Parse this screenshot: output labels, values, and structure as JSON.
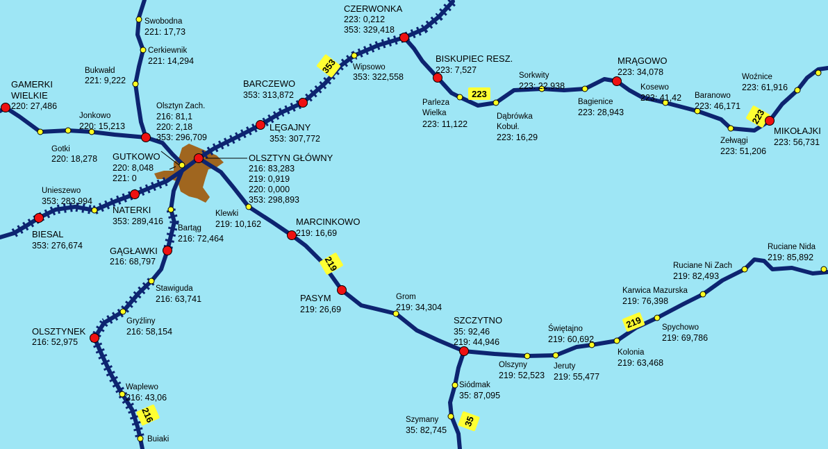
{
  "colors": {
    "background": "#9ee6f5",
    "track": "#0d2470",
    "major_station": "#ee1111",
    "minor_station": "#ffff22",
    "route_badge": "#ffff33",
    "city_area": "#a0661f"
  },
  "route_numbers": [
    "353",
    "223",
    "223",
    "219",
    "219",
    "216",
    "35"
  ],
  "stations": [
    {
      "name": "Swobodna",
      "km": "221: 17,73",
      "type": "minor"
    },
    {
      "name": "Cerkiewnik",
      "km": "221: 14,294",
      "type": "minor"
    },
    {
      "name": "Bukwałd",
      "km": "221: 9,222",
      "type": "minor"
    },
    {
      "name": "GAMERKI WIELKIE",
      "name_lines": [
        "GAMERKI",
        "WIELKIE"
      ],
      "km": "220: 27,486",
      "type": "major"
    },
    {
      "name": "Jonkowo",
      "km": "220: 15,213",
      "type": "minor"
    },
    {
      "name": "Gotki",
      "km": "220: 18,278",
      "type": "minor"
    },
    {
      "name": "Olsztyn Zach.",
      "km_lines": [
        "216: 81,1",
        "220: 2,18",
        "353: 296,709"
      ],
      "type": "major"
    },
    {
      "name": "GUTKOWO",
      "km_lines": [
        "220: 8,048",
        "221: 0"
      ],
      "type": "major"
    },
    {
      "name": "OLSZTYN GŁÓWNY",
      "km_lines": [
        "216: 83,283",
        "219: 0,919",
        "220: 0,000",
        "353: 298,893"
      ],
      "type": "major"
    },
    {
      "name": "CZERWONKA",
      "km_lines": [
        "223: 0,212",
        "353: 329,418"
      ],
      "type": "major"
    },
    {
      "name": "Wipsowo",
      "km": "353: 322,558",
      "type": "minor"
    },
    {
      "name": "BARCZEWO",
      "km": "353: 313,872",
      "type": "major"
    },
    {
      "name": "LĘGAJNY",
      "km": "353: 307,772",
      "type": "major"
    },
    {
      "name": "BISKUPIEC RESZ.",
      "km": "223: 7,527",
      "type": "major"
    },
    {
      "name": "Parleza Wielka",
      "name_lines": [
        "Parleza",
        "Wielka"
      ],
      "km": "223: 11,122",
      "type": "minor"
    },
    {
      "name": "Dąbrówka Kobuł.",
      "name_lines": [
        "Dąbrówka",
        "Kobuł."
      ],
      "km": "223: 16,29",
      "type": "minor"
    },
    {
      "name": "Sorkwity",
      "km": "223: 22,938",
      "type": "minor"
    },
    {
      "name": "Bagienice",
      "km": "223: 28,943",
      "type": "minor"
    },
    {
      "name": "MRĄGOWO",
      "km": "223: 34,078",
      "type": "major"
    },
    {
      "name": "Kosewo",
      "km": "223: 41,42",
      "type": "minor"
    },
    {
      "name": "Baranowo",
      "km": "223: 46,171",
      "type": "minor"
    },
    {
      "name": "Zełwągi",
      "km": "223: 51,206",
      "type": "minor"
    },
    {
      "name": "MIKOŁAJKI",
      "km": "223: 56,731",
      "type": "major"
    },
    {
      "name": "Woźnice",
      "km": "223: 61,916",
      "type": "minor"
    },
    {
      "name": "Unieszewo",
      "km": "353: 283,994",
      "type": "minor"
    },
    {
      "name": "NATERKI",
      "km": "353: 289,416",
      "type": "major"
    },
    {
      "name": "BIESAL",
      "km": "353: 276,674",
      "type": "major"
    },
    {
      "name": "Bartąg",
      "km": "216: 72,464",
      "type": "minor"
    },
    {
      "name": "GĄGŁAWKI",
      "km": "216: 68,797",
      "type": "major"
    },
    {
      "name": "Stawiguda",
      "km": "216: 63,741",
      "type": "minor"
    },
    {
      "name": "Gryźliny",
      "km": "216: 58,154",
      "type": "minor"
    },
    {
      "name": "OLSZTYNEK",
      "km": "216: 52,975",
      "type": "major"
    },
    {
      "name": "Waplewo",
      "km": "216: 43,06",
      "type": "minor"
    },
    {
      "name": "Buiaki",
      "km": "",
      "type": "minor"
    },
    {
      "name": "Klewki",
      "km": "219: 10,162",
      "type": "minor"
    },
    {
      "name": "MARCINKOWO",
      "km": "219: 16,69",
      "type": "major"
    },
    {
      "name": "PASYM",
      "km": "219: 26,69",
      "type": "major"
    },
    {
      "name": "Grom",
      "km": "219: 34,304",
      "type": "minor"
    },
    {
      "name": "SZCZYTNO",
      "km_lines": [
        "35: 92,46",
        "219: 44,946"
      ],
      "type": "major"
    },
    {
      "name": "Olszyny",
      "km": "219: 52,523",
      "type": "minor"
    },
    {
      "name": "Jeruty",
      "km": "219: 55,477",
      "type": "minor"
    },
    {
      "name": "Świętajno",
      "km": "219: 60,692",
      "type": "minor"
    },
    {
      "name": "Kolonia",
      "km": "219: 63,468",
      "type": "minor"
    },
    {
      "name": "Spychowo",
      "km": "219: 69,786",
      "type": "minor"
    },
    {
      "name": "Karwica Mazurska",
      "km": "219: 76,398",
      "type": "minor"
    },
    {
      "name": "Ruciane Ni Zach",
      "km": "219: 82,493",
      "type": "minor"
    },
    {
      "name": "Ruciane Nida",
      "km": "219: 85,892",
      "type": "minor"
    },
    {
      "name": "Siódmak",
      "km": "35: 87,095",
      "type": "minor"
    },
    {
      "name": "Szymany",
      "km": "35: 82,745",
      "type": "minor"
    }
  ]
}
